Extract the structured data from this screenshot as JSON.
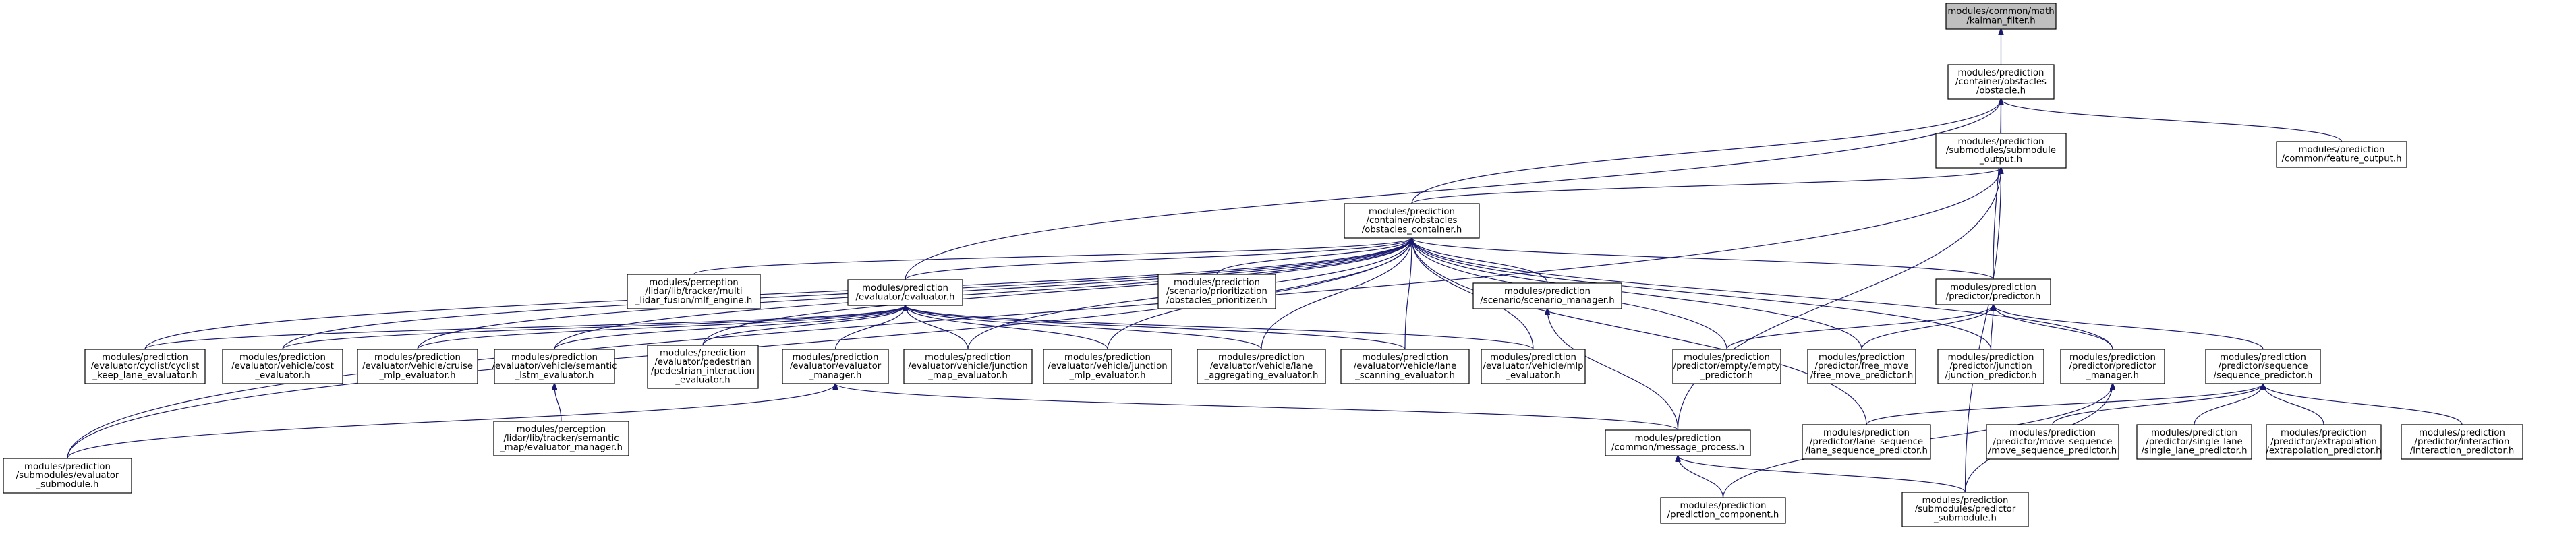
{
  "colors": {
    "node_fill": "#ffffff",
    "root_fill": "#bfbfbf",
    "node_border": "#000000",
    "edge": "#191970"
  },
  "nodes": [
    {
      "id": "kalman",
      "lines": [
        "modules/common/math",
        "/kalman_filter.h"
      ],
      "root": true
    },
    {
      "id": "obstacle",
      "lines": [
        "modules/prediction",
        "/container/obstacles",
        "/obstacle.h"
      ]
    },
    {
      "id": "sub_output",
      "lines": [
        "modules/prediction",
        "/submodules/submodule",
        "_output.h"
      ]
    },
    {
      "id": "feature_output",
      "lines": [
        "modules/prediction",
        "/common/feature_output.h"
      ]
    },
    {
      "id": "obs_container",
      "lines": [
        "modules/prediction",
        "/container/obstacles",
        "/obstacles_container.h"
      ]
    },
    {
      "id": "mlf",
      "lines": [
        "modules/perception",
        "/lidar/lib/tracker/multi",
        "_lidar_fusion/mlf_engine.h"
      ]
    },
    {
      "id": "evaluator",
      "lines": [
        "modules/prediction",
        "/evaluator/evaluator.h"
      ]
    },
    {
      "id": "prioritizer",
      "lines": [
        "modules/prediction",
        "/scenario/prioritization",
        "/obstacles_prioritizer.h"
      ]
    },
    {
      "id": "scenario_mgr",
      "lines": [
        "modules/prediction",
        "/scenario/scenario_manager.h"
      ]
    },
    {
      "id": "predictor",
      "lines": [
        "modules/prediction",
        "/predictor/predictor.h"
      ]
    },
    {
      "id": "cyclist",
      "lines": [
        "modules/prediction",
        "/evaluator/cyclist/cyclist",
        "_keep_lane_evaluator.h"
      ]
    },
    {
      "id": "cost",
      "lines": [
        "modules/prediction",
        "/evaluator/vehicle/cost",
        "_evaluator.h"
      ]
    },
    {
      "id": "cruise",
      "lines": [
        "modules/prediction",
        "/evaluator/vehicle/cruise",
        "_mlp_evaluator.h"
      ]
    },
    {
      "id": "semantic_lstm",
      "lines": [
        "modules/prediction",
        "/evaluator/vehicle/semantic",
        "_lstm_evaluator.h"
      ]
    },
    {
      "id": "pedestrian",
      "lines": [
        "modules/prediction",
        "/evaluator/pedestrian",
        "/pedestrian_interaction",
        "_evaluator.h"
      ]
    },
    {
      "id": "eval_mgr",
      "lines": [
        "modules/prediction",
        "/evaluator/evaluator",
        "_manager.h"
      ]
    },
    {
      "id": "junction_map",
      "lines": [
        "modules/prediction",
        "/evaluator/vehicle/junction",
        "_map_evaluator.h"
      ]
    },
    {
      "id": "junction_mlp",
      "lines": [
        "modules/prediction",
        "/evaluator/vehicle/junction",
        "_mlp_evaluator.h"
      ]
    },
    {
      "id": "lane_agg",
      "lines": [
        "modules/prediction",
        "/evaluator/vehicle/lane",
        "_aggregating_evaluator.h"
      ]
    },
    {
      "id": "lane_scan",
      "lines": [
        "modules/prediction",
        "/evaluator/vehicle/lane",
        "_scanning_evaluator.h"
      ]
    },
    {
      "id": "mlp_eval",
      "lines": [
        "modules/prediction",
        "/evaluator/vehicle/mlp",
        "_evaluator.h"
      ]
    },
    {
      "id": "empty_pred",
      "lines": [
        "modules/prediction",
        "/predictor/empty/empty",
        "_predictor.h"
      ]
    },
    {
      "id": "free_move",
      "lines": [
        "modules/prediction",
        "/predictor/free_move",
        "/free_move_predictor.h"
      ]
    },
    {
      "id": "junction_pred",
      "lines": [
        "modules/prediction",
        "/predictor/junction",
        "/junction_predictor.h"
      ]
    },
    {
      "id": "pred_mgr",
      "lines": [
        "modules/prediction",
        "/predictor/predictor",
        "_manager.h"
      ]
    },
    {
      "id": "seq_pred",
      "lines": [
        "modules/prediction",
        "/predictor/sequence",
        "/sequence_predictor.h"
      ]
    },
    {
      "id": "sub_evaluator",
      "lines": [
        "modules/prediction",
        "/submodules/evaluator",
        "_submodule.h"
      ]
    },
    {
      "id": "sem_map",
      "lines": [
        "modules/perception",
        "/lidar/lib/tracker/semantic",
        "_map/evaluator_manager.h"
      ]
    },
    {
      "id": "msg_process",
      "lines": [
        "modules/prediction",
        "/common/message_process.h"
      ]
    },
    {
      "id": "lane_seq",
      "lines": [
        "modules/prediction",
        "/predictor/lane_sequence",
        "/lane_sequence_predictor.h"
      ]
    },
    {
      "id": "move_seq",
      "lines": [
        "modules/prediction",
        "/predictor/move_sequence",
        "/move_sequence_predictor.h"
      ]
    },
    {
      "id": "single_lane",
      "lines": [
        "modules/prediction",
        "/predictor/single_lane",
        "/single_lane_predictor.h"
      ]
    },
    {
      "id": "extrapolation",
      "lines": [
        "modules/prediction",
        "/predictor/extrapolation",
        "/extrapolation_predictor.h"
      ]
    },
    {
      "id": "interaction",
      "lines": [
        "modules/prediction",
        "/predictor/interaction",
        "/interaction_predictor.h"
      ]
    },
    {
      "id": "pred_component",
      "lines": [
        "modules/prediction",
        "/prediction_component.h"
      ]
    },
    {
      "id": "sub_predictor",
      "lines": [
        "modules/prediction",
        "/submodules/predictor",
        "_submodule.h"
      ]
    }
  ],
  "edges": [
    [
      "obstacle",
      "kalman"
    ],
    [
      "sub_output",
      "obstacle"
    ],
    [
      "feature_output",
      "obstacle"
    ],
    [
      "obs_container",
      "obstacle"
    ],
    [
      "obs_container",
      "sub_output"
    ],
    [
      "evaluator",
      "obstacle"
    ],
    [
      "predictor",
      "obstacle"
    ],
    [
      "sub_evaluator",
      "sub_output"
    ],
    [
      "msg_process",
      "sub_output"
    ],
    [
      "sub_predictor",
      "sub_output"
    ],
    [
      "mlf",
      "obs_container"
    ],
    [
      "evaluator",
      "obs_container"
    ],
    [
      "prioritizer",
      "obs_container"
    ],
    [
      "scenario_mgr",
      "obs_container"
    ],
    [
      "predictor",
      "obs_container"
    ],
    [
      "cyclist",
      "obs_container"
    ],
    [
      "cost",
      "obs_container"
    ],
    [
      "cruise",
      "obs_container"
    ],
    [
      "semantic_lstm",
      "obs_container"
    ],
    [
      "pedestrian",
      "obs_container"
    ],
    [
      "junction_map",
      "obs_container"
    ],
    [
      "junction_mlp",
      "obs_container"
    ],
    [
      "lane_agg",
      "obs_container"
    ],
    [
      "lane_scan",
      "obs_container"
    ],
    [
      "mlp_eval",
      "obs_container"
    ],
    [
      "empty_pred",
      "obs_container"
    ],
    [
      "free_move",
      "obs_container"
    ],
    [
      "junction_pred",
      "obs_container"
    ],
    [
      "pred_mgr",
      "obs_container"
    ],
    [
      "lane_seq",
      "obs_container"
    ],
    [
      "sub_evaluator",
      "obs_container"
    ],
    [
      "cyclist",
      "evaluator"
    ],
    [
      "cost",
      "evaluator"
    ],
    [
      "cruise",
      "evaluator"
    ],
    [
      "semantic_lstm",
      "evaluator"
    ],
    [
      "pedestrian",
      "evaluator"
    ],
    [
      "eval_mgr",
      "evaluator"
    ],
    [
      "junction_map",
      "evaluator"
    ],
    [
      "junction_mlp",
      "evaluator"
    ],
    [
      "lane_agg",
      "evaluator"
    ],
    [
      "lane_scan",
      "evaluator"
    ],
    [
      "mlp_eval",
      "evaluator"
    ],
    [
      "empty_pred",
      "predictor"
    ],
    [
      "free_move",
      "predictor"
    ],
    [
      "junction_pred",
      "predictor"
    ],
    [
      "pred_mgr",
      "predictor"
    ],
    [
      "seq_pred",
      "predictor"
    ],
    [
      "msg_process",
      "scenario_mgr"
    ],
    [
      "sem_map",
      "semantic_lstm"
    ],
    [
      "sub_evaluator",
      "eval_mgr"
    ],
    [
      "msg_process",
      "eval_mgr"
    ],
    [
      "pred_component",
      "pred_mgr"
    ],
    [
      "sub_predictor",
      "pred_mgr"
    ],
    [
      "lane_seq",
      "seq_pred"
    ],
    [
      "move_seq",
      "seq_pred"
    ],
    [
      "single_lane",
      "seq_pred"
    ],
    [
      "extrapolation",
      "seq_pred"
    ],
    [
      "interaction",
      "seq_pred"
    ],
    [
      "pred_component",
      "msg_process"
    ],
    [
      "sub_predictor",
      "msg_process"
    ]
  ]
}
